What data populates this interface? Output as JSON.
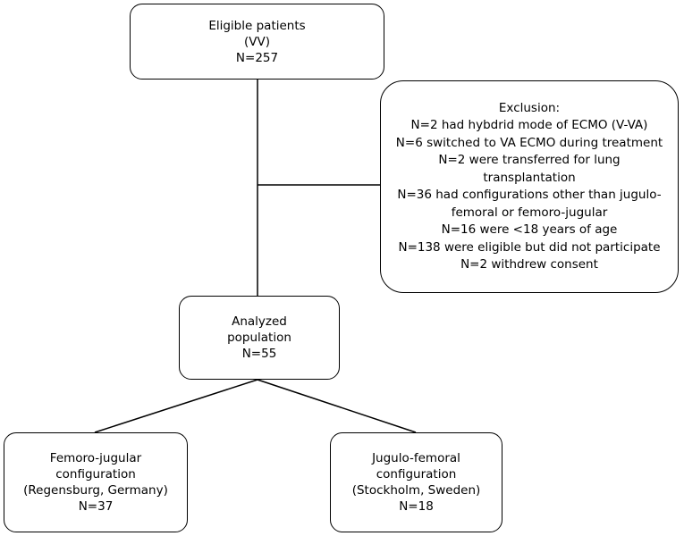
{
  "eligible": {
    "lines": [
      "Eligible patients",
      "(VV)",
      "N=257"
    ]
  },
  "exclusion": {
    "lines": [
      "Exclusion:",
      "N=2 had hybdrid mode of ECMO (V-VA)",
      "N=6 switched to VA ECMO during treatment",
      "N=2 were transferred for lung",
      "transplantation",
      "N=36 had configurations other than jugulo-",
      "femoral or femoro-jugular",
      "N=16 were <18 years of age",
      "N=138 were eligible but did not participate",
      "N=2 withdrew consent"
    ]
  },
  "analyzed": {
    "lines": [
      "Analyzed",
      "population",
      "N=55"
    ]
  },
  "femoro": {
    "lines": [
      "Femoro-jugular",
      "configuration",
      "(Regensburg, Germany)",
      "N=37"
    ]
  },
  "jugulo": {
    "lines": [
      "Jugulo-femoral",
      "configuration",
      "(Stockholm, Sweden)",
      "N=18"
    ]
  }
}
